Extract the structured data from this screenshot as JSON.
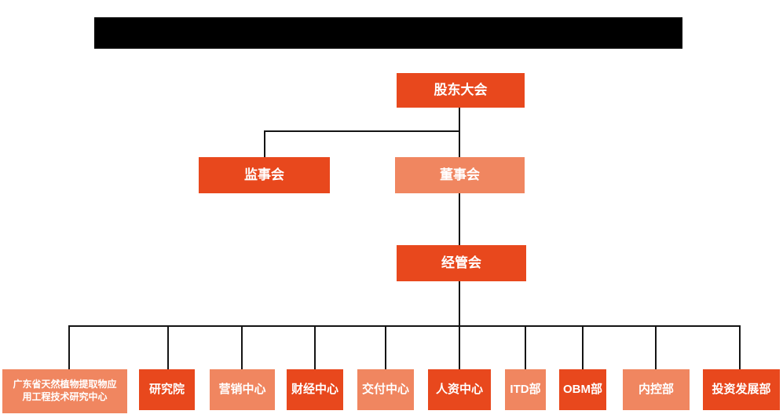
{
  "diagram": {
    "type": "org-chart",
    "colors": {
      "primary": "#E8481D",
      "secondary": "#F08660",
      "connector": "#141414",
      "redacted_bar": "#000000",
      "node_text": "#FFFFFF",
      "background": "#FFFFFF"
    },
    "nodes": {
      "shareholders": {
        "label": "股东大会",
        "variant": "primary"
      },
      "supervisory": {
        "label": "监事会",
        "variant": "primary"
      },
      "board": {
        "label": "董事会",
        "variant": "secondary"
      },
      "management": {
        "label": "经管会",
        "variant": "primary"
      },
      "departments": [
        {
          "label": "广东省天然植物提取物应用工程技术研究中心",
          "variant": "secondary"
        },
        {
          "label": "研究院",
          "variant": "primary"
        },
        {
          "label": "营销中心",
          "variant": "secondary"
        },
        {
          "label": "财经中心",
          "variant": "primary"
        },
        {
          "label": "交付中心",
          "variant": "secondary"
        },
        {
          "label": "人资中心",
          "variant": "primary"
        },
        {
          "label": "ITD部",
          "variant": "secondary"
        },
        {
          "label": "OBM部",
          "variant": "primary"
        },
        {
          "label": "内控部",
          "variant": "secondary"
        },
        {
          "label": "投资发展部",
          "variant": "primary"
        }
      ]
    }
  }
}
